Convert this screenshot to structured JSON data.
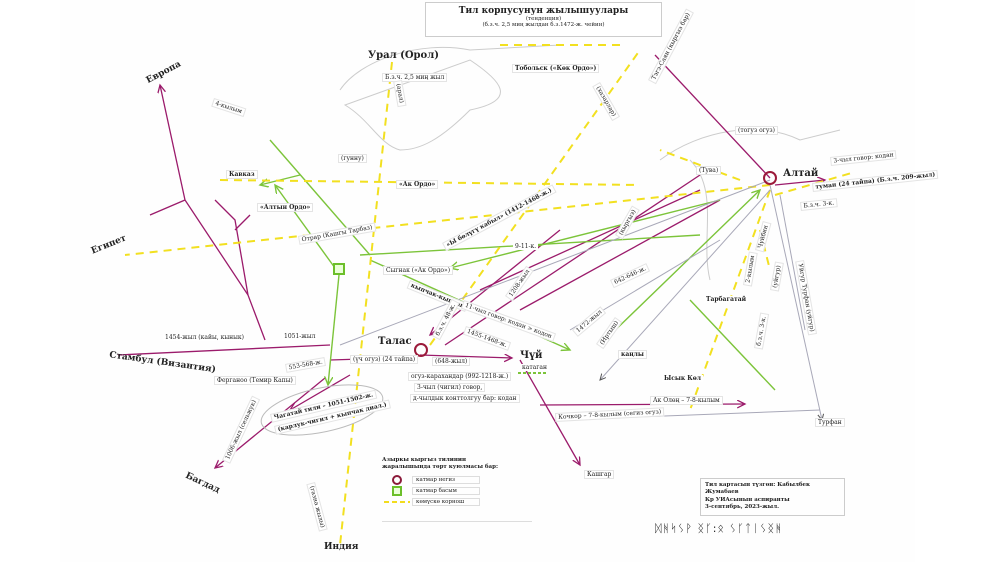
{
  "title": {
    "main": "Тил корпусунун жылышуулары",
    "sub": "(тенденция)",
    "period": "(б.з.ч. 2,5 миң жылдан б.з.1472-ж. чейин)"
  },
  "places": {
    "ural": "Урал (Орол)",
    "europe": "Европа",
    "egypt": "Египет",
    "istanbul": "Стамбул (Византия)",
    "baghdad": "Багдад",
    "india": "Индия",
    "altai": "Алтай",
    "talas": "Талас",
    "chui": "Чүй",
    "tobolsk": "Тобольск («Көк Ордо»)",
    "otrar": "Отрар (Кашгы Тарбаз)",
    "sygnak": "Сыгнак («Ак Ордо»)",
    "ak_ordo": "«Ак Ордо»",
    "altyn_ordo": "«Алтын Ордо»",
    "caucasus": "Кавказ",
    "tarbagatai": "Тарбагатай",
    "turfan": "Турфан",
    "kashgar": "Кашгар",
    "issyk_kul": "Ысык Көл",
    "tege_sayan": "Тэгэ-Саян (кыргыз бар)"
  },
  "notes": {
    "ural_date": "Б.з.ч. 2,5 миң жыл",
    "aral": "(арал)",
    "century4": "4-кылым",
    "hunnu": "(гунну)",
    "khazars": "(хазарлар)",
    "toguz_oguz": "(тогуз огуз)",
    "altai_govor": "3-чыл говор: кодан",
    "tuman": "туман (24 тайпа) (Б.з.ч. 209-жыл)",
    "bc3": "Б.з.ч. 3-к.",
    "talas_tribes": "(үч огуз) (24 тайпа)",
    "talas_year": "(648-жыл)",
    "katagan": "катаган",
    "y1051": "1051-жыл",
    "y1454": "1454-жыл (кайы, кынык)",
    "y553": "553-568-ж.",
    "temir_kapy": "Ферганоо (Темир Капы)",
    "karakhan": "огуз-карахандар (992-1218-ж.)",
    "govor3": "3-чыл (чигил) говор,",
    "kontak": "д-чылдык конттолгуу бар: кодан",
    "chagatai1": "Чагатай тили – 1051-1502-ж.",
    "chagatai2": "(карлук-чигил + кыпчак диал.)",
    "seljuk": "1006-жыл (сельжук)",
    "gazna": "(газна жылы)",
    "kochkor": "Кочкор – 7-8-кылым (сегиз огуз)",
    "ak_olon": "Ак Олөң – 7-8-кылым",
    "kangly": "каңлы",
    "y1455": "1455-1468-ж.",
    "kypchak": "кыпчак-кыпчак",
    "govor11": "11-чыл говор: кодан > кодон",
    "y1208": "1208-жыл",
    "c9_11": "9-11-к.",
    "bolugu": "«Ы бөлүгү кабыл» (1412-1468-ж.)",
    "y642": "642-646-ж.",
    "y1472": "1472-жыл",
    "irtysh": "(Иртыш)",
    "kyrgyz": "(кыргыз)",
    "chuibin": "Чуйбин",
    "c2": "2-кылым",
    "uigur": "(уйгур)",
    "bc3b": "б.з.ч. 3-к.",
    "tuva": "(Тува)",
    "turfan_note": "Уйгур Турфан (уйгур)",
    "bc48": "б.з.ч. 48-ж."
  },
  "legend": {
    "heading": "Азыркы кыргыз тилинин жаралышында төрт куюлмасы бар:",
    "items": [
      {
        "label": "катмар негиз",
        "icon": "circle-icon",
        "color": "#8b1a3a"
      },
      {
        "label": "катмар басым",
        "icon": "green-square-icon",
        "color": "#6cbf2a"
      },
      {
        "label": "көмүскө корнош",
        "icon": "dashed-line-icon",
        "color": "#f2dc1e"
      }
    ]
  },
  "credit": {
    "line1": "Тил картасын түзгөн: Кабылбек Жумабаев",
    "line2": "Кр УИАсынын аспиранты",
    "line3": "3-сентябрь, 2023-жыл."
  },
  "runic_text": "ᛞᚻᛋᛊᚹ ᛝᚴ:ᛟ ᛊᚴᛏᛁᛊᛝᚻ",
  "colors": {
    "purple": "#9b1b6b",
    "green": "#7cc43a",
    "yellow": "#f2e020",
    "gray": "#a8a8b8"
  }
}
